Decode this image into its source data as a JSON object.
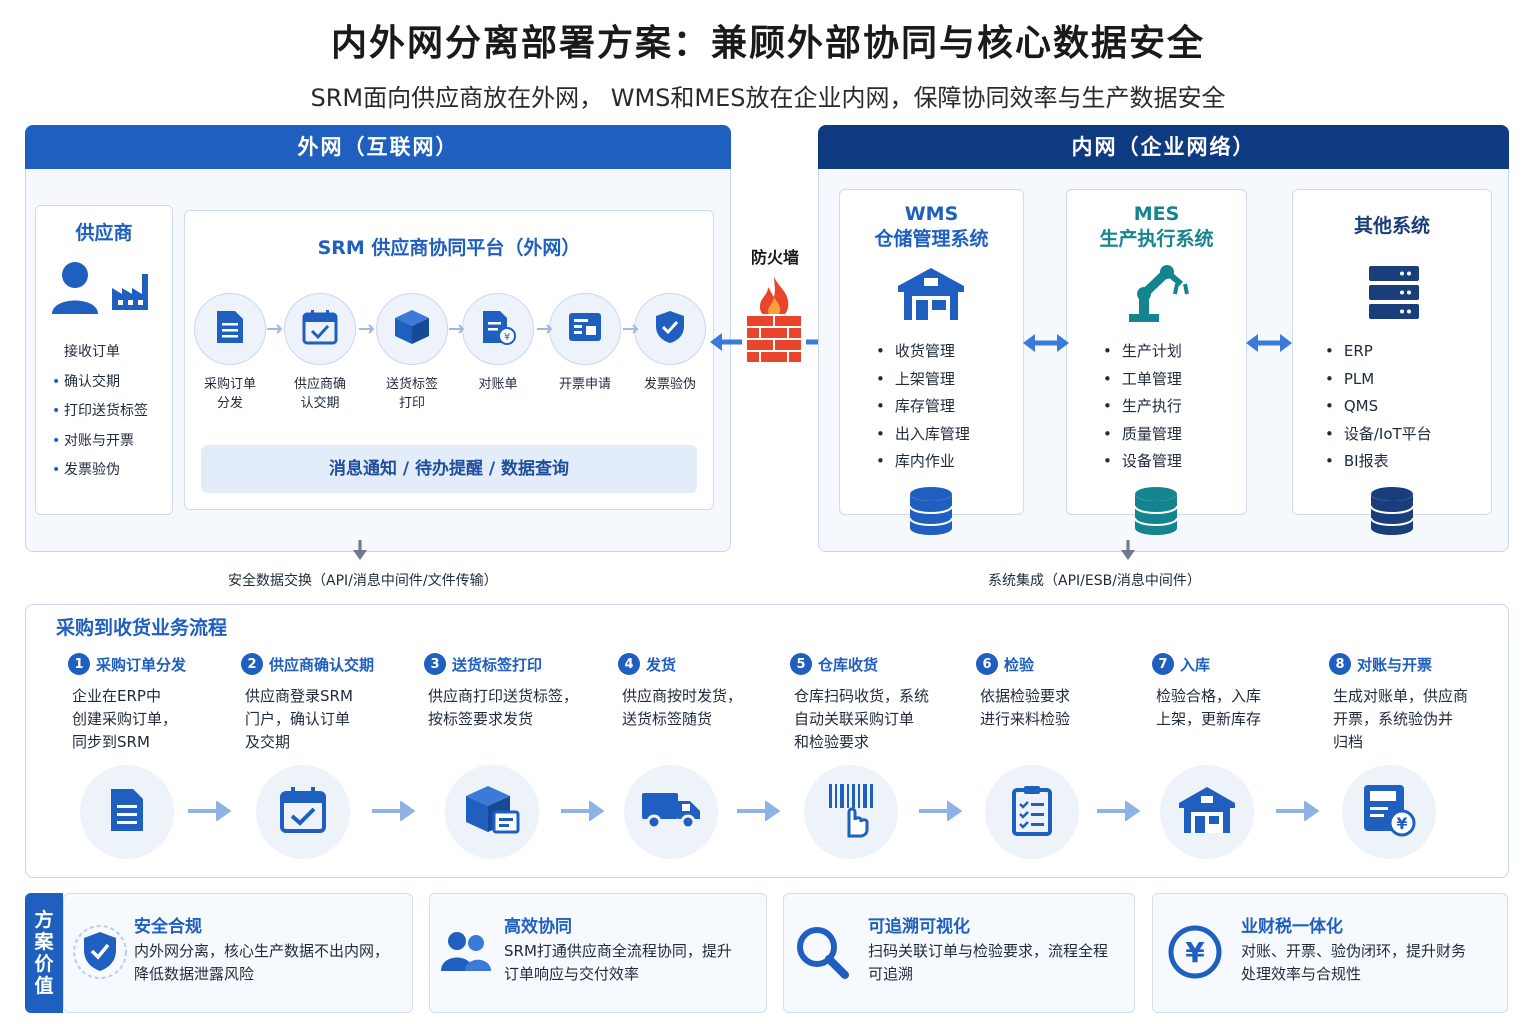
{
  "header": {
    "title": "内外网分离部署方案：兼顾外部协同与核心数据安全",
    "subtitle": "SRM面向供应商放在外网， WMS和MES放在企业内网，保障协同效率与生产数据安全"
  },
  "external": {
    "title": "外网（互联网）",
    "supplier": {
      "title": "供应商",
      "items": [
        "接收订单",
        "确认交期",
        "打印送货标签",
        "对账与开票",
        "发票验伪"
      ]
    },
    "srm": {
      "title": "SRM 供应商协同平台（外网）",
      "steps": [
        {
          "label": "采购订单\n分发",
          "icon": "document-icon"
        },
        {
          "label": "供应商确\n认交期",
          "icon": "calendar-check-icon"
        },
        {
          "label": "送货标签\n打印",
          "icon": "box-icon"
        },
        {
          "label": "对账单",
          "icon": "statement-icon"
        },
        {
          "label": "开票申请",
          "icon": "invoice-icon"
        },
        {
          "label": "发票验伪",
          "icon": "shield-check-icon"
        }
      ],
      "bar": "消息通知 / 待办提醒 / 数据查询"
    },
    "exchange_note": "安全数据交换（API/消息中间件/文件传输）"
  },
  "firewall": {
    "label": "防火墙",
    "icon": "firewall-icon"
  },
  "internal": {
    "title": "内网（企业网络）",
    "wms": {
      "title1": "WMS",
      "title2": "仓储管理系统",
      "items": [
        "收货管理",
        "上架管理",
        "库存管理",
        "出入库管理",
        "库内作业"
      ],
      "icon": "warehouse-icon",
      "color": "#1f5fbf"
    },
    "mes": {
      "title1": "MES",
      "title2": "生产执行系统",
      "items": [
        "生产计划",
        "工单管理",
        "生产执行",
        "质量管理",
        "设备管理"
      ],
      "icon": "robot-arm-icon",
      "color": "#14848f"
    },
    "other": {
      "title": "其他系统",
      "items": [
        "ERP",
        "PLM",
        "QMS",
        "设备/IoT平台",
        "BI报表"
      ],
      "icon": "server-icon",
      "color": "#1a3d7c"
    },
    "integration_note": "系统集成（API/ESB/消息中间件）"
  },
  "flow": {
    "title": "采购到收货业务流程",
    "steps": [
      {
        "num": "1",
        "title": "采购订单分发",
        "desc": "企业在ERP中\n创建采购订单，\n同步到SRM",
        "icon": "document-icon"
      },
      {
        "num": "2",
        "title": "供应商确认交期",
        "desc": "供应商登录SRM\n门户，确认订单\n及交期",
        "icon": "calendar-check-icon"
      },
      {
        "num": "3",
        "title": "送货标签打印",
        "desc": "供应商打印送货标签，\n按标签要求发货",
        "icon": "box-label-icon"
      },
      {
        "num": "4",
        "title": "发货",
        "desc": "供应商按时发货，\n送货标签随货",
        "icon": "truck-icon"
      },
      {
        "num": "5",
        "title": "仓库收货",
        "desc": "仓库扫码收货，系统\n自动关联采购订单\n和检验要求",
        "icon": "barcode-scan-icon"
      },
      {
        "num": "6",
        "title": "检验",
        "desc": "依据检验要求\n进行来料检验",
        "icon": "checklist-icon"
      },
      {
        "num": "7",
        "title": "入库",
        "desc": "检验合格，入库\n上架，更新库存",
        "icon": "warehouse-icon"
      },
      {
        "num": "8",
        "title": "对账与开票",
        "desc": "生成对账单，供应商\n开票，系统验伪并\n归档",
        "icon": "invoice-yen-icon"
      }
    ]
  },
  "value": {
    "tag": [
      "方",
      "案",
      "价",
      "值"
    ],
    "cards": [
      {
        "title": "安全合规",
        "desc": "内外网分离，核心生产数据不出内网，\n降低数据泄露风险",
        "icon": "shield-icon"
      },
      {
        "title": "高效协同",
        "desc": "SRM打通供应商全流程协同，提升\n订单响应与交付效率",
        "icon": "users-icon"
      },
      {
        "title": "可追溯可视化",
        "desc": "扫码关联订单与检验要求，流程全程\n可追溯",
        "icon": "magnifier-icon"
      },
      {
        "title": "业财税一体化",
        "desc": "对账、开票、验伪闭环，提升财务\n处理效率与合规性",
        "icon": "yen-icon"
      }
    ]
  },
  "colors": {
    "primary": "#1f5fbf",
    "dark": "#0e3a82",
    "teal": "#14848f",
    "navy": "#1a3d7c",
    "firewall": "#e8452c"
  }
}
